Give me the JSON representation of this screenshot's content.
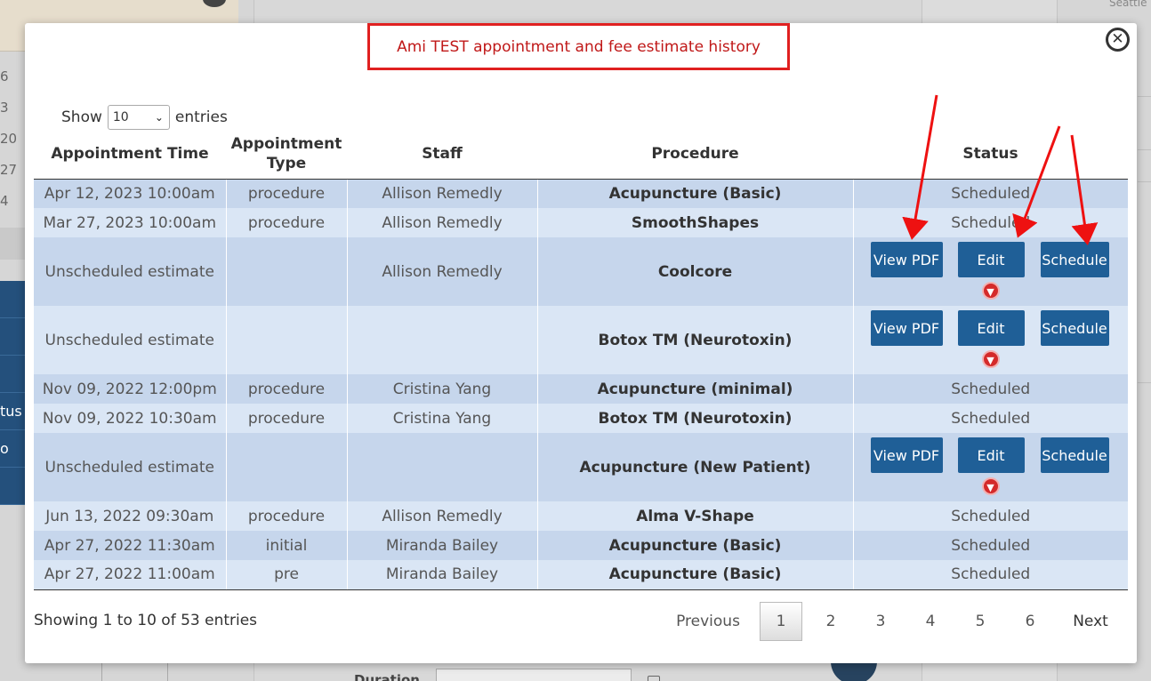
{
  "background": {
    "left_numbers": [
      "6",
      "3",
      "20",
      "27",
      "4"
    ],
    "left_menu": [
      "",
      "",
      "",
      "tus",
      "o",
      ""
    ],
    "right_text": "Seattle",
    "duration_label": "Duration"
  },
  "modal": {
    "title": "Ami TEST appointment and fee estimate history",
    "close_icon": "close-circle-icon",
    "show_label": "Show",
    "entries_label": "entries",
    "page_size": "10",
    "columns": [
      "Appointment Time",
      "Appointment Type",
      "Staff",
      "Procedure",
      "Status"
    ],
    "rows": [
      {
        "time": "Apr 12, 2023 10:00am",
        "type": "procedure",
        "staff": "Allison Remedly",
        "procedure": "Acupuncture (Basic)",
        "status": "Scheduled"
      },
      {
        "time": "Mar 27, 2023 10:00am",
        "type": "procedure",
        "staff": "Allison Remedly",
        "procedure": "SmoothShapes",
        "status": "Scheduled"
      },
      {
        "time": "Unscheduled estimate",
        "type": "",
        "staff": "Allison Remedly",
        "procedure": "Coolcore",
        "status": ""
      },
      {
        "time": "Unscheduled estimate",
        "type": "",
        "staff": "",
        "procedure": "Botox TM (Neurotoxin)",
        "status": ""
      },
      {
        "time": "Nov 09, 2022 12:00pm",
        "type": "procedure",
        "staff": "Cristina Yang",
        "procedure": "Acupuncture (minimal)",
        "status": "Scheduled"
      },
      {
        "time": "Nov 09, 2022 10:30am",
        "type": "procedure",
        "staff": "Cristina Yang",
        "procedure": "Botox TM (Neurotoxin)",
        "status": "Scheduled"
      },
      {
        "time": "Unscheduled estimate",
        "type": "",
        "staff": "",
        "procedure": "Acupuncture (New Patient)",
        "status": ""
      },
      {
        "time": "Jun 13, 2022 09:30am",
        "type": "procedure",
        "staff": "Allison Remedly",
        "procedure": "Alma V-Shape",
        "status": "Scheduled"
      },
      {
        "time": "Apr 27, 2022 11:30am",
        "type": "initial",
        "staff": "Miranda Bailey",
        "procedure": "Acupuncture (Basic)",
        "status": "Scheduled"
      },
      {
        "time": "Apr 27, 2022 11:00am",
        "type": "pre",
        "staff": "Miranda Bailey",
        "procedure": "Acupuncture (Basic)",
        "status": "Scheduled"
      }
    ],
    "actions": {
      "view_pdf": "View PDF",
      "edit": "Edit",
      "schedule": "Schedule"
    },
    "showing_text": "Showing 1 to 10 of 53 entries",
    "pagination": {
      "previous": "Previous",
      "pages": [
        "1",
        "2",
        "3",
        "4",
        "5",
        "6"
      ],
      "next": "Next",
      "current": "1"
    }
  },
  "annotation_color": "#ee1111"
}
